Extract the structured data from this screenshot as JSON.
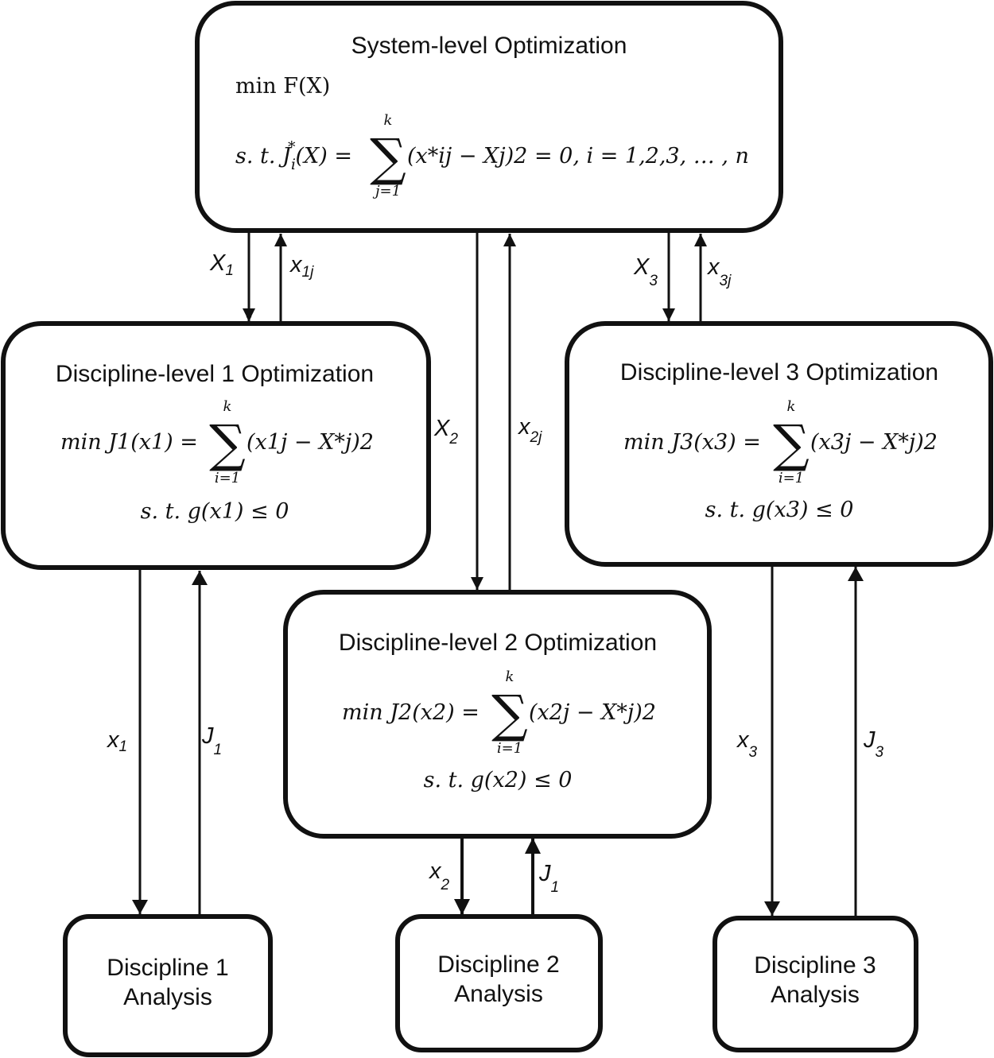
{
  "system": {
    "title": "System-level Optimization",
    "objective": "min F(X)",
    "constraint_lhs": "s. t. J",
    "constraint_sub": "i",
    "constraint_sup": "*",
    "constraint_arg": "(X) =",
    "sum_top": "k",
    "sum_bottom": "j=1",
    "constraint_rhs": "(x*ij − Xj)2 = 0, i = 1,2,3, … , n"
  },
  "disciplines": [
    {
      "title": "Discipline-level 1 Optimization",
      "objective_lhs": "min J1(x1) =",
      "sum_top": "k",
      "sum_bottom": "i=1",
      "objective_rhs": "(x1j − X*j)2",
      "constraint": "s. t. g(x1) ≤ 0",
      "analysis_line1": "Discipline 1",
      "analysis_line2": "Analysis"
    },
    {
      "title": "Discipline-level 2 Optimization",
      "objective_lhs": "min J2(x2) =",
      "sum_top": "k",
      "sum_bottom": "i=1",
      "objective_rhs": "(x2j − X*j)2",
      "constraint": "s.  t.  g(x2) ≤ 0",
      "analysis_line1": "Discipline 2",
      "analysis_line2": "Analysis"
    },
    {
      "title": "Discipline-level 3 Optimization",
      "objective_lhs": "min J3(x3) =",
      "sum_top": "k",
      "sum_bottom": "i=1",
      "objective_rhs": "(x3j − X*j)2",
      "constraint": "s.  t.  g(x3) ≤ 0",
      "analysis_line1": "Discipline 3",
      "analysis_line2": "Analysis"
    }
  ],
  "links": {
    "X1": {
      "base": "X",
      "sub": "1"
    },
    "x1j": {
      "base": "x",
      "sub": "1j"
    },
    "X2": {
      "base": "X",
      "sub": "2"
    },
    "x2j": {
      "base": "x",
      "sub": "2j"
    },
    "X3": {
      "base": "X",
      "sub": "3"
    },
    "x3j": {
      "base": "x",
      "sub": "3j"
    },
    "x1": {
      "base": "x",
      "sub": "1"
    },
    "J1": {
      "base": "J",
      "sub": "1"
    },
    "x2": {
      "base": "x",
      "sub": "2"
    },
    "J1b": {
      "base": "J",
      "sub": "1"
    },
    "x3": {
      "base": "x",
      "sub": "3"
    },
    "J3": {
      "base": "J",
      "sub": "3"
    }
  }
}
